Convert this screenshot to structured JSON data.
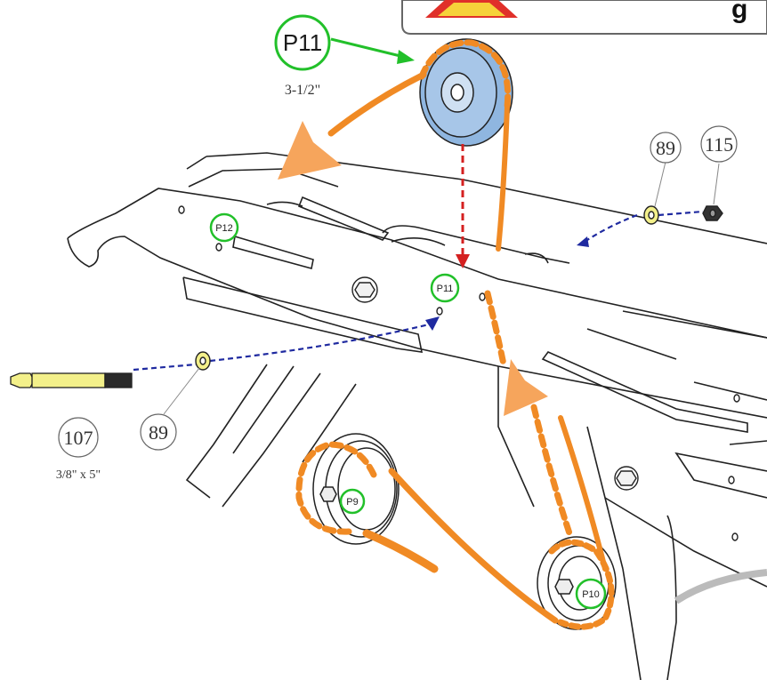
{
  "callouts": {
    "pulley_main_label": "P11",
    "pulley_main_size": "3-1/2\"",
    "p12": "P12",
    "p11_hole": "P11",
    "p9": "P9",
    "p10": "P10",
    "washer_top": "89",
    "nut_top": "115",
    "bolt": "107",
    "bolt_size": "3/8\" x 5\"",
    "washer_left": "89",
    "warning_title": "g"
  },
  "colors": {
    "belt": "#f08a24",
    "green": "#22c02a",
    "blue_dash": "#1f2aa0",
    "red_dash": "#d42020",
    "pulley_blue": "#8fb6e0",
    "bolt_yellow": "#f3f08a",
    "line": "#222222",
    "warning_triangle": "#e0302a"
  },
  "icons": {
    "warning": "warning-triangle-icon"
  }
}
